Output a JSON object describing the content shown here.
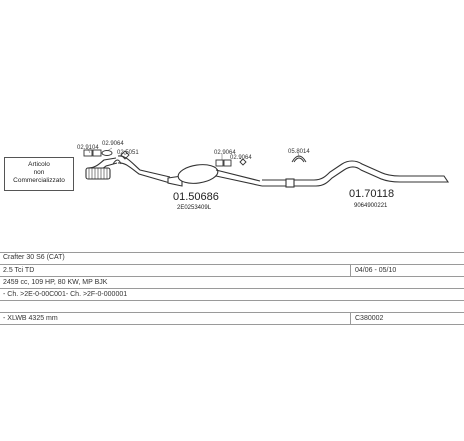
{
  "note": {
    "lines": [
      "Articolo",
      "non",
      "Commercializzato"
    ]
  },
  "parts": [
    {
      "code": "02.9104"
    },
    {
      "code": "02.9064"
    },
    {
      "code": "02.5051"
    },
    {
      "code": "02.9064"
    },
    {
      "code": "02.9064"
    },
    {
      "code": "05.8014"
    }
  ],
  "main_parts": [
    {
      "code": "01.50686",
      "ref": "2E0253409L"
    },
    {
      "code": "01.70118",
      "ref": "9064900221"
    }
  ],
  "spec": {
    "model": "Crafter 30 S6  (CAT)",
    "engine": "2.5 Tci TD",
    "years": "04/06 - 05/10",
    "details": "2459 cc, 109 HP, 80 KW, MP BJK",
    "chassis": "- Ch. >2E-0-00C001- Ch. >2F-0-000001",
    "wheelbase": "- XLWB 4325 mm",
    "catalog": "C380002"
  }
}
